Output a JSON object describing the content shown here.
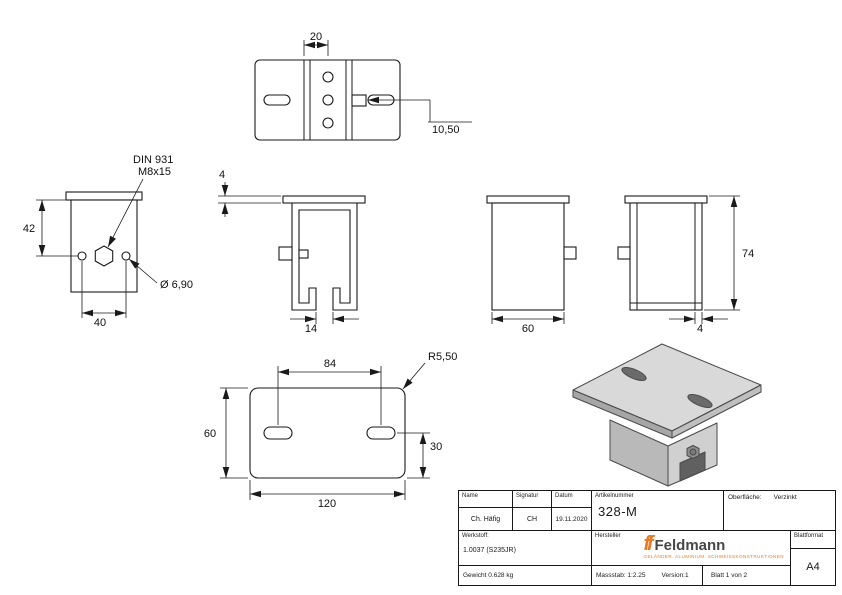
{
  "drawing": {
    "top_view": {
      "dim_width": "20",
      "dim_bolt_length": "10,50"
    },
    "front_view": {
      "label_standard": "DIN 931",
      "label_thread": "M8x15",
      "dim_height": "42",
      "dim_hole_spacing": "40",
      "label_hole_dia": "Ø 6,90"
    },
    "section_view": {
      "dim_plate_thickness": "4",
      "dim_opening_width": "14"
    },
    "side_view": {
      "dim_width": "60"
    },
    "rear_view": {
      "dim_height": "74",
      "dim_wall_thickness": "4"
    },
    "plate_view": {
      "dim_slot_spacing": "84",
      "dim_width": "60",
      "dim_slot_offset": "30",
      "dim_length": "120",
      "label_corner_radius": "R5,50"
    }
  },
  "titleblock": {
    "col_name": "Name",
    "col_signatur": "Signatur",
    "col_datum": "Datum",
    "name": "Ch. Häfig",
    "signatur": "CH",
    "datum": "19.11.2020",
    "artikelnummer_label": "Artikelnummer",
    "artikelnummer": "328-M",
    "oberflaeche_label": "Oberfläche:",
    "oberflaeche": "Verzinkt",
    "werkstoff_label": "Werkstoff:",
    "werkstoff": "1.0037 (S235JR)",
    "hersteller_label": "Hersteller",
    "logo_mark": "ff",
    "logo_name": "Feldmann",
    "logo_tagline": "GELÄNDER. ALUMINIUM. SCHWEISSKONSTRUKTIONEN",
    "blattformat_label": "Blattformat",
    "blattformat": "A4",
    "gewicht": "Gewicht 0.628 kg",
    "massstab": "Massstab: 1:2.25",
    "version": "Version:1",
    "blatt": "Blatt 1 von 2"
  }
}
